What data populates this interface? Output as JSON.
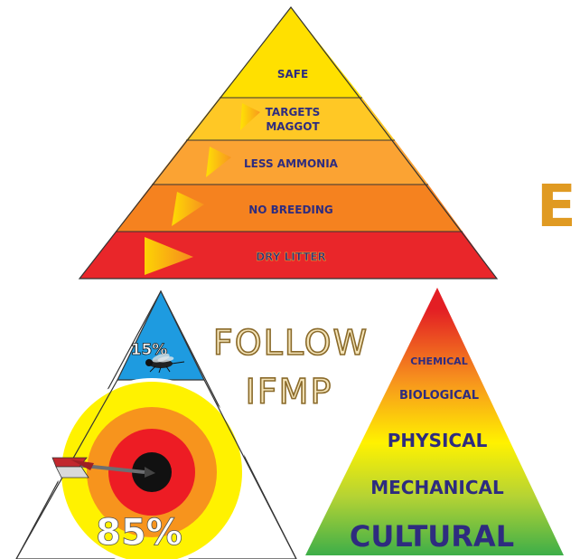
{
  "top_pyramid": {
    "tiers": [
      {
        "label_lines": [
          "SAFE"
        ],
        "fill": "#FFE000"
      },
      {
        "label_lines": [
          "TARGETS",
          "MAGGOT"
        ],
        "fill": "#FFC825"
      },
      {
        "label_lines": [
          "LESS AMMONIA"
        ],
        "fill": "#FBA333"
      },
      {
        "label_lines": [
          "NO BREEDING"
        ],
        "fill": "#F5821F"
      },
      {
        "label_lines": [
          "DRY LITTER"
        ],
        "fill": "#E9262A"
      }
    ],
    "label_color": "#2E2C7F",
    "edge_color": "#333333"
  },
  "partial_letter": "E",
  "center_text": {
    "line1": "FOLLOW",
    "line2": "IFMP",
    "fill": "#F4E4B8",
    "stroke": "#8A6A2A"
  },
  "left_pyramid": {
    "top_value": "15%",
    "top_fill": "#1E9BE0",
    "top_icon": "fly-icon",
    "bottom_value": "85%",
    "target_rings": [
      "#FFF200",
      "#F7941D",
      "#ED1C24",
      "#111111"
    ],
    "arrow_icon": "arrow-icon"
  },
  "right_pyramid": {
    "labels": [
      "CHEMICAL",
      "BIOLOGICAL",
      "PHYSICAL",
      "MECHANICAL",
      "CULTURAL"
    ],
    "gradient": [
      "#E31E24",
      "#F7941D",
      "#FFF200",
      "#B5D334",
      "#3DAE49"
    ],
    "label_color": "#2E2C7F"
  }
}
